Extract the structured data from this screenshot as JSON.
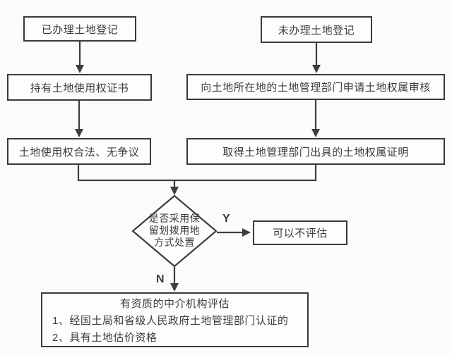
{
  "page": {
    "background_color": "#fbfbfb",
    "line_color": "#3d3d3d",
    "text_color": "#3c3c3c"
  },
  "flowchart": {
    "left_branch": [
      {
        "label": "已办理土地登记"
      },
      {
        "label": "持有土地使用权证书"
      },
      {
        "label": "土地使用权合法、无争议"
      }
    ],
    "right_branch": [
      {
        "label": "未办理土地登记"
      },
      {
        "label": "向土地所在地的土地管理部门申请土地权属审核"
      },
      {
        "label": "取得土地管理部门出具的土地权属证明"
      }
    ],
    "decision": {
      "lines": [
        "是否采用保",
        "留划拨用地",
        "方式处置"
      ],
      "yes_label": "Y",
      "no_label": "N"
    },
    "yes_box": {
      "label": "可以不评估"
    },
    "result_box": {
      "title": "有资质的中介机构评估",
      "item1": "1、经国土局和省级人民政府土地管理部门认证的",
      "item2": "2、具有土地估价资格"
    }
  }
}
